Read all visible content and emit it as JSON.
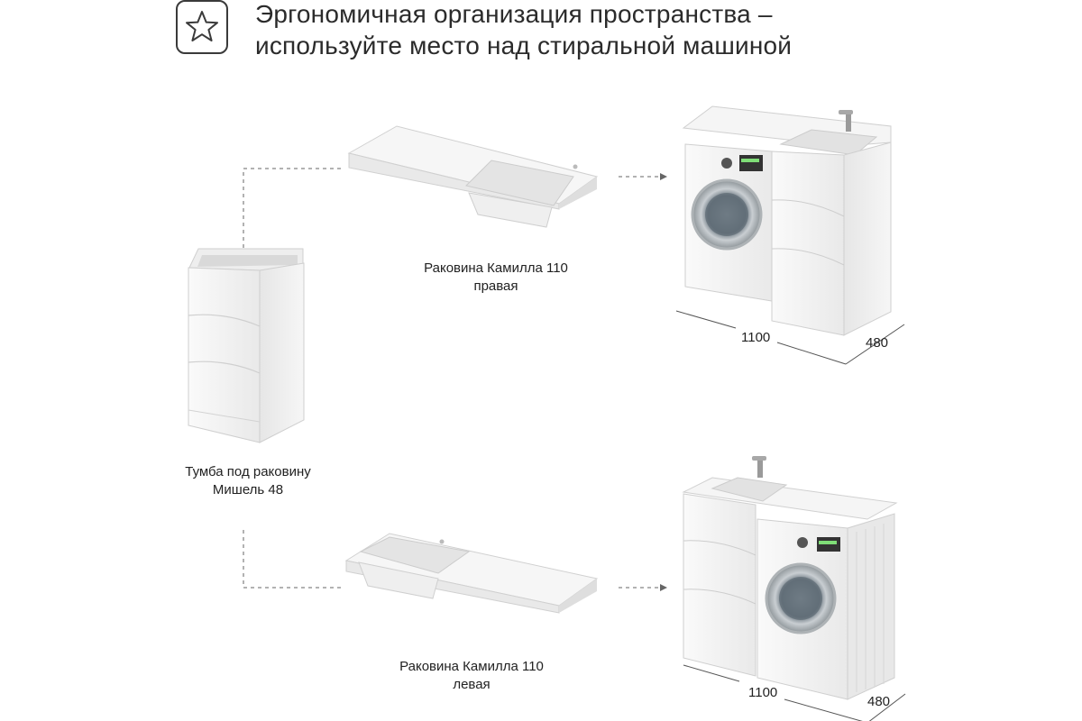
{
  "header": {
    "icon": "star-icon",
    "line1": "Эргономичная организация пространства –",
    "line2": "используйте место над стиральной машиной"
  },
  "items": {
    "cabinet": {
      "line1": "Тумба под раковину",
      "line2": "Мишель 48"
    },
    "sink_right": {
      "line1": "Раковина Камилла 110",
      "line2": "правая"
    },
    "sink_left": {
      "line1": "Раковина Камилла 110",
      "line2": "левая"
    }
  },
  "dimensions": {
    "top": {
      "width": "1100",
      "depth": "480"
    },
    "bottom": {
      "width": "1100",
      "depth": "480"
    }
  },
  "colors": {
    "text": "#222222",
    "line": "#555555",
    "furniture": "#f4f4f4",
    "furniture_edge": "#c9c9c9"
  }
}
